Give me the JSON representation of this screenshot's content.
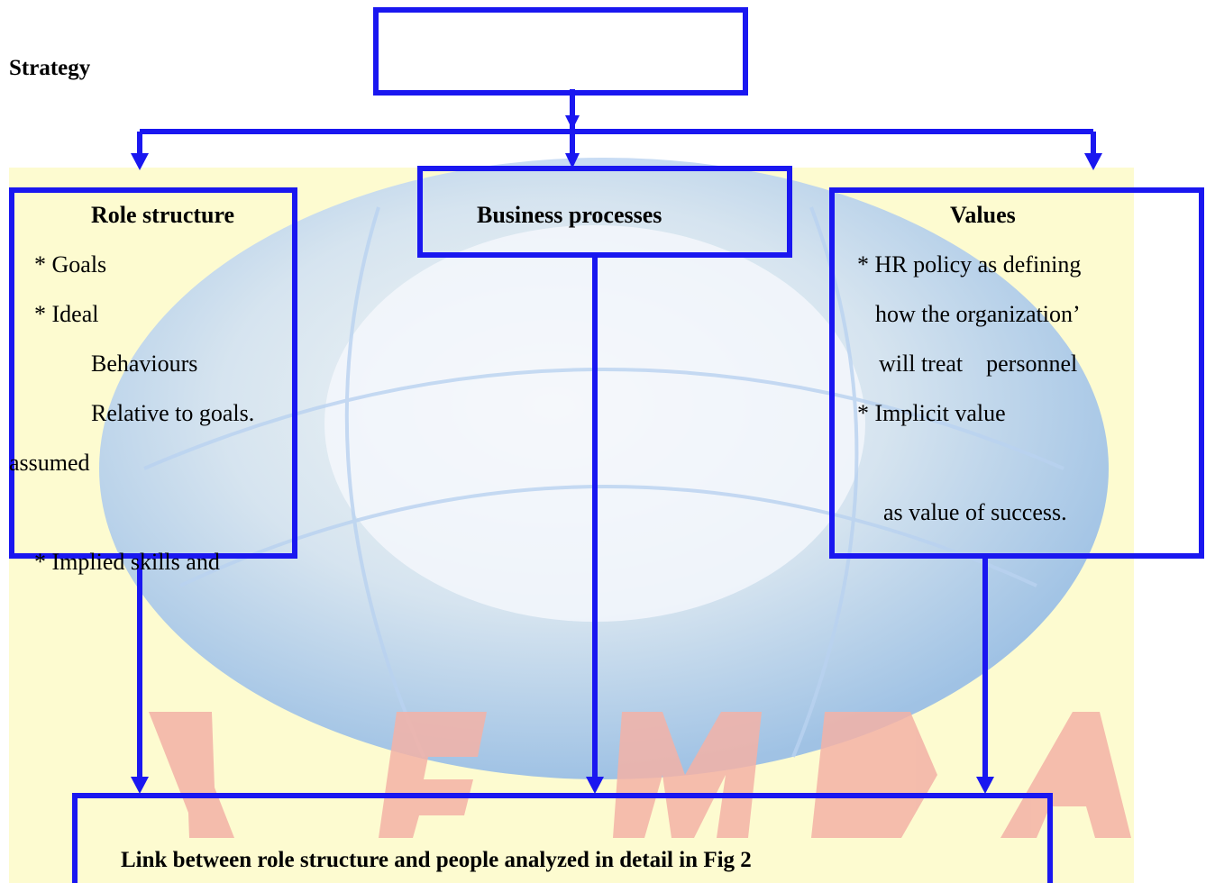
{
  "strategy_label": "Strategy",
  "role_structure": {
    "title": "Role structure",
    "items": [
      "* Goals",
      "* Ideal",
      "Behaviours",
      "Relative to goals.",
      "assumed",
      "* Implied skills and"
    ]
  },
  "business_processes": {
    "title": "Business processes"
  },
  "values": {
    "title": "Values",
    "items": [
      "* HR policy as defining",
      "how the organization’",
      "will treat    personnel",
      "* Implicit value",
      "as value of success."
    ]
  },
  "link": {
    "text": "Link between role structure and people analyzed in detail in Fig 2"
  },
  "colors": {
    "border": "#1a17f0",
    "panel": "#fdfbd0",
    "watermark_globe": "#9fc3ec",
    "watermark_letters": "#f5b7ae"
  }
}
